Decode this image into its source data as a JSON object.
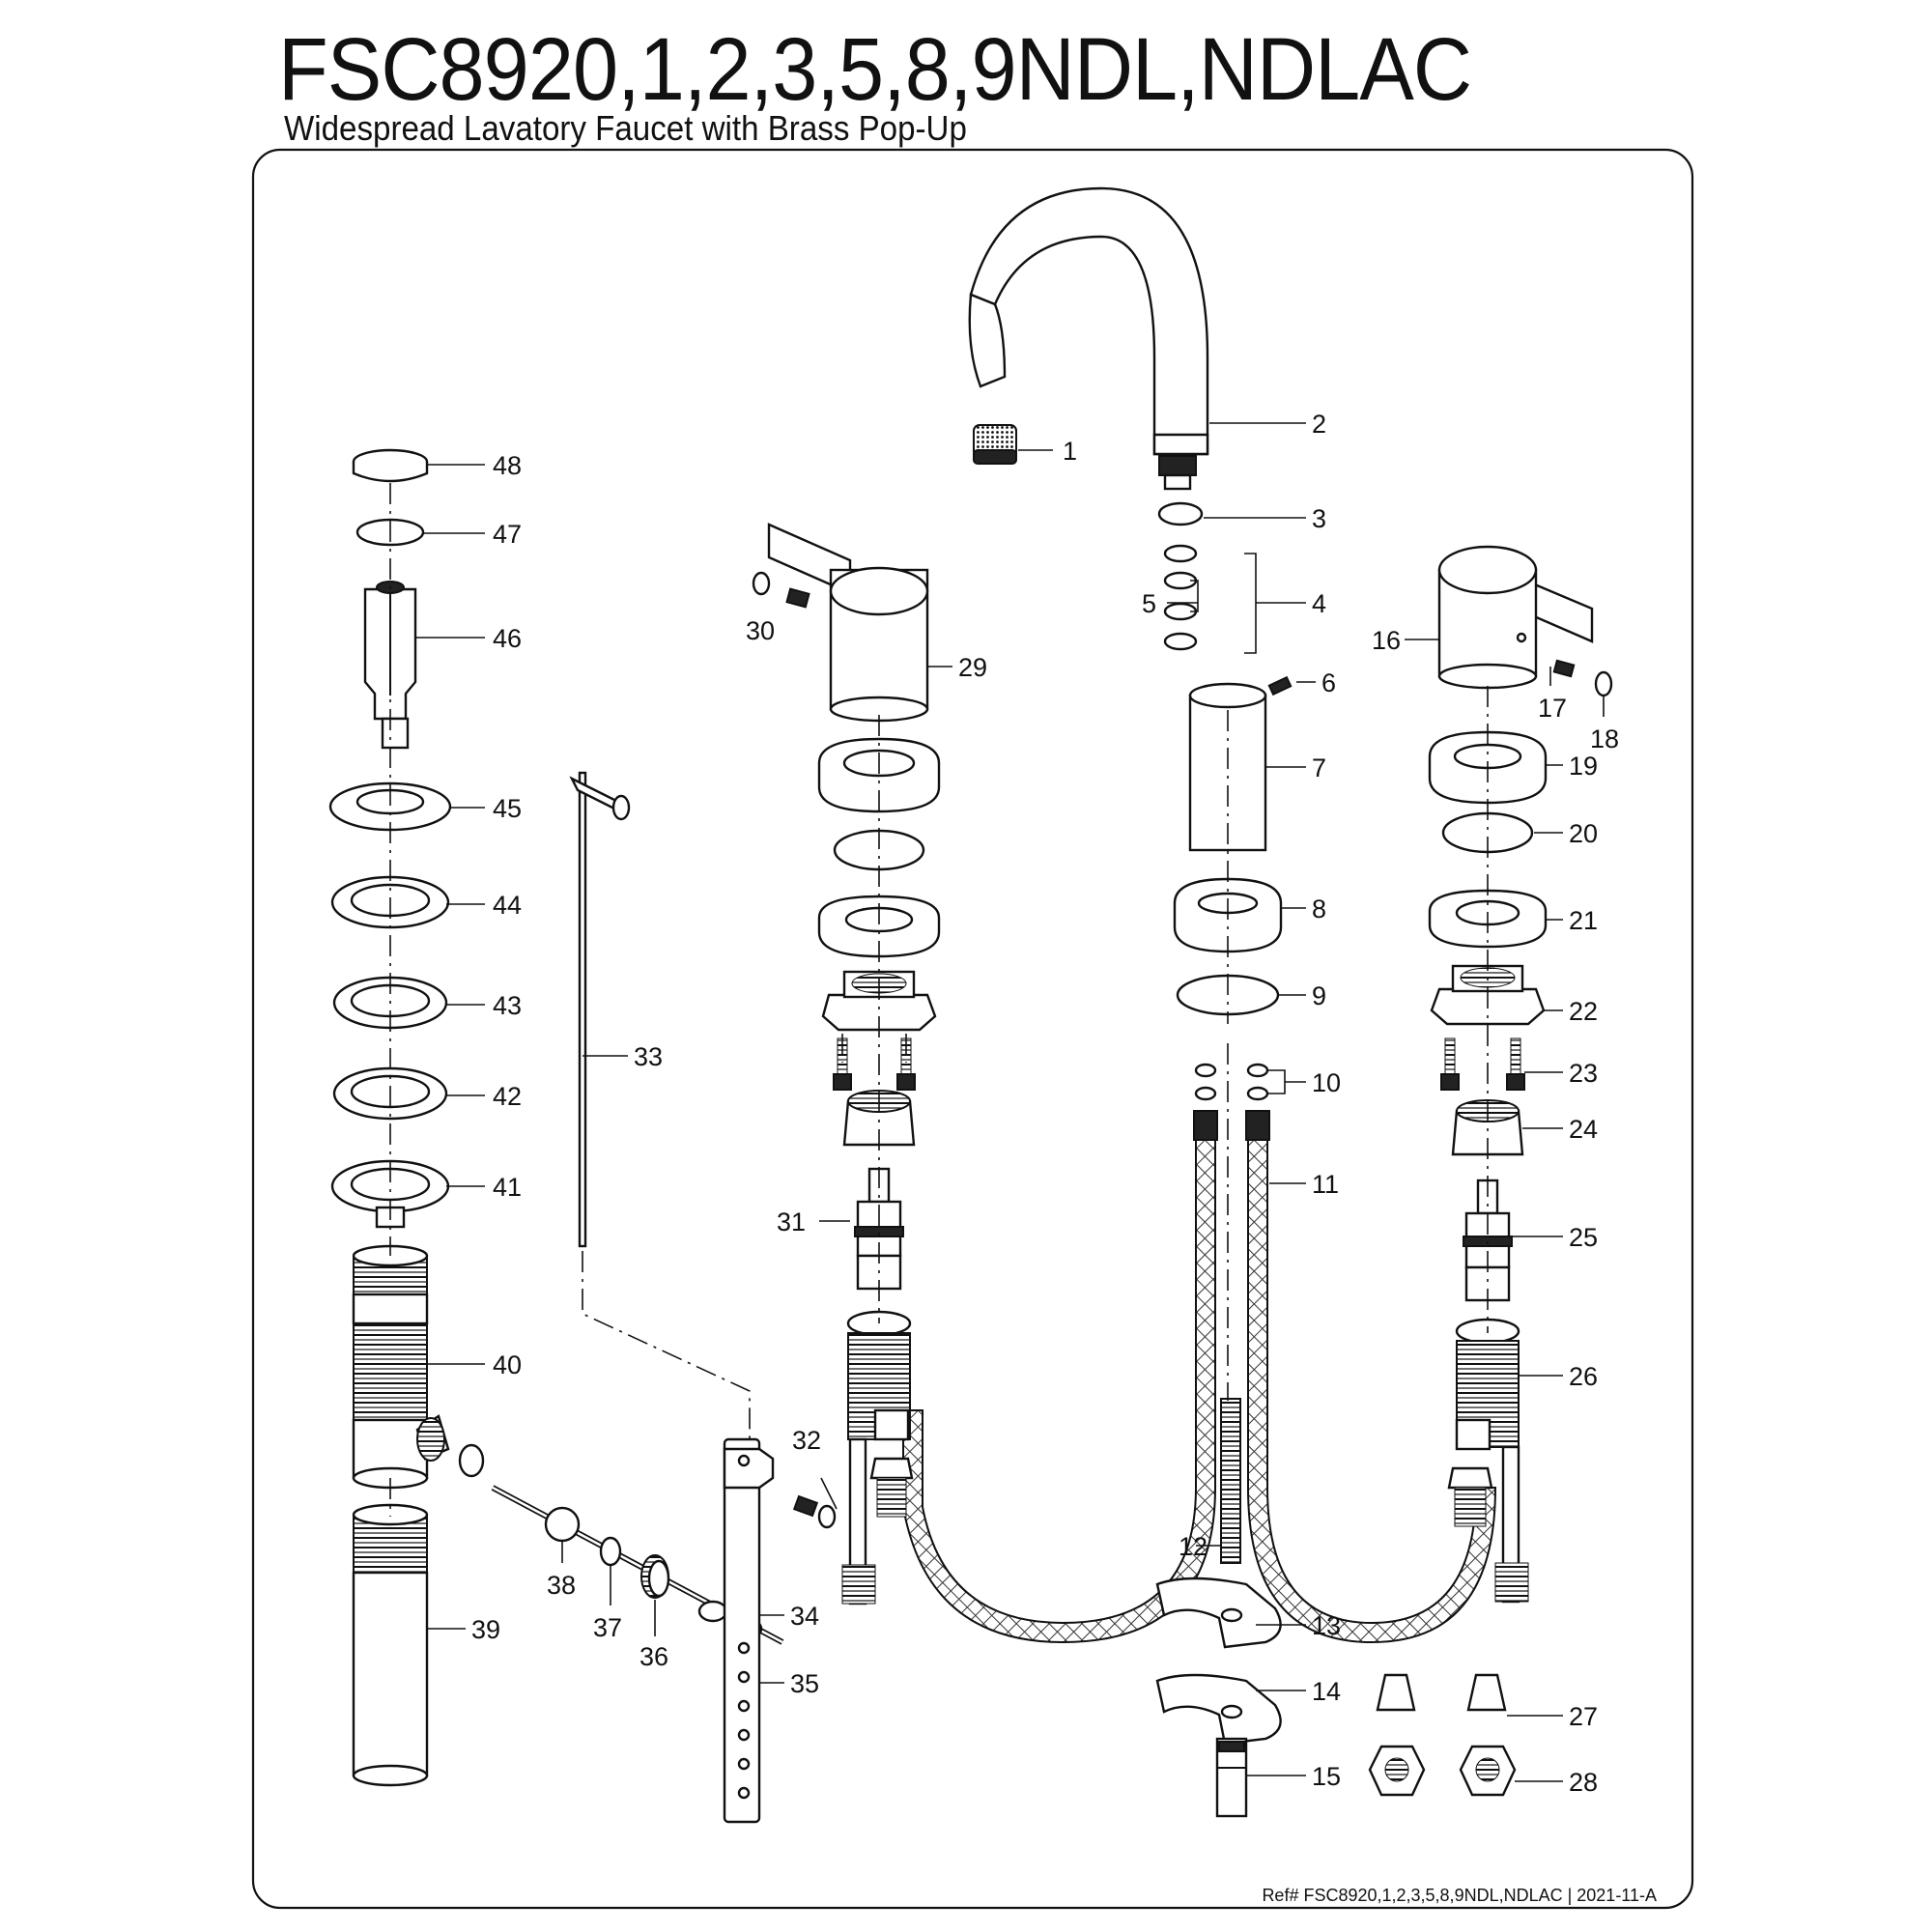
{
  "header": {
    "title": "FSC8920,1,2,3,5,8,9NDL,NDLAC",
    "subtitle": "Widespread Lavatory Faucet with Brass Pop-Up"
  },
  "footer": {
    "reference": "Ref# FSC8920,1,2,3,5,8,9NDL,NDLAC | 2021-11-A"
  },
  "callouts": [
    "1",
    "2",
    "3",
    "4",
    "5",
    "6",
    "7",
    "8",
    "9",
    "10",
    "11",
    "12",
    "13",
    "14",
    "15",
    "16",
    "17",
    "18",
    "19",
    "20",
    "21",
    "22",
    "23",
    "24",
    "25",
    "26",
    "27",
    "28",
    "29",
    "30",
    "31",
    "32",
    "33",
    "34",
    "35",
    "36",
    "37",
    "38",
    "39",
    "40",
    "41",
    "42",
    "43",
    "44",
    "45",
    "46",
    "47",
    "48"
  ]
}
